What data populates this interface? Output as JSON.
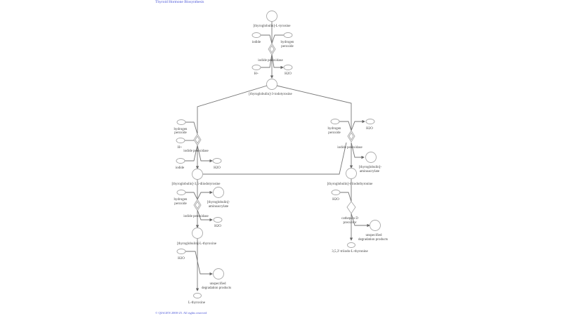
{
  "header": {
    "title": "Thyroid Hormone Biosynthesis"
  },
  "footer": {
    "copyright": "© QIAGEN 2000-25. All rights reserved"
  },
  "colors": {
    "link": "#4a55d8",
    "edge": "#777777",
    "node_stroke": "#aaaaaa"
  },
  "nodes": {
    "tg_tyrosine": "[thyroglobulin]-L-tyrosine",
    "iodide_1": "iodide",
    "h2o2_1a": "hydrogen",
    "h2o2_1b": "peroxide",
    "hplus_1": "H+",
    "h2o_1": "H2O",
    "tg_miodotyrosine": "[thyroglobulin]-3-iodotyrosine",
    "h2o2_2a": "hydrogen",
    "h2o2_2b": "peroxide",
    "hplus_2": "H+",
    "iodide_2": "iodide",
    "h2o_2": "H2O",
    "tg_diiodotyrosine": "[thyroglobulin]-3,5-diiodotyrosine",
    "h2o2_3a": "hydrogen",
    "h2o2_3b": "peroxide",
    "tg_aminoacrylate_1a": "[thyroglobulin]-",
    "tg_aminoacrylate_1b": "aminoacrylate",
    "h2o_3": "H2O",
    "tg_thyroxine": "[thyroglobulin]-L-thyroxine",
    "h2o_4": "H2O",
    "degr_1a": "unspecified",
    "degr_1b": "degradation products",
    "l_thyroxine": "L-thyroxine",
    "h2o2_4a": "hydrogen",
    "h2o2_4b": "peroxide",
    "h2o_5": "H2O",
    "tg_aminoacrylate_2a": "[thyroglobulin]-",
    "tg_aminoacrylate_2b": "aminoacrylate",
    "tg_triiodothyronine": "[thyroglobulin]-triiodothyronine",
    "h2o_6": "H2O",
    "degr_2a": "unspecified",
    "degr_2b": "degradation products",
    "t3": "3,5,3'-triiodo-L-thyronine"
  },
  "reactions": {
    "r1": "iodide peroxidase",
    "r2": "iodide peroxidase",
    "r3": "iodide peroxidase",
    "r4": "iodide peroxidase",
    "r5a": "cathepsin D",
    "r5b": "precursor"
  }
}
